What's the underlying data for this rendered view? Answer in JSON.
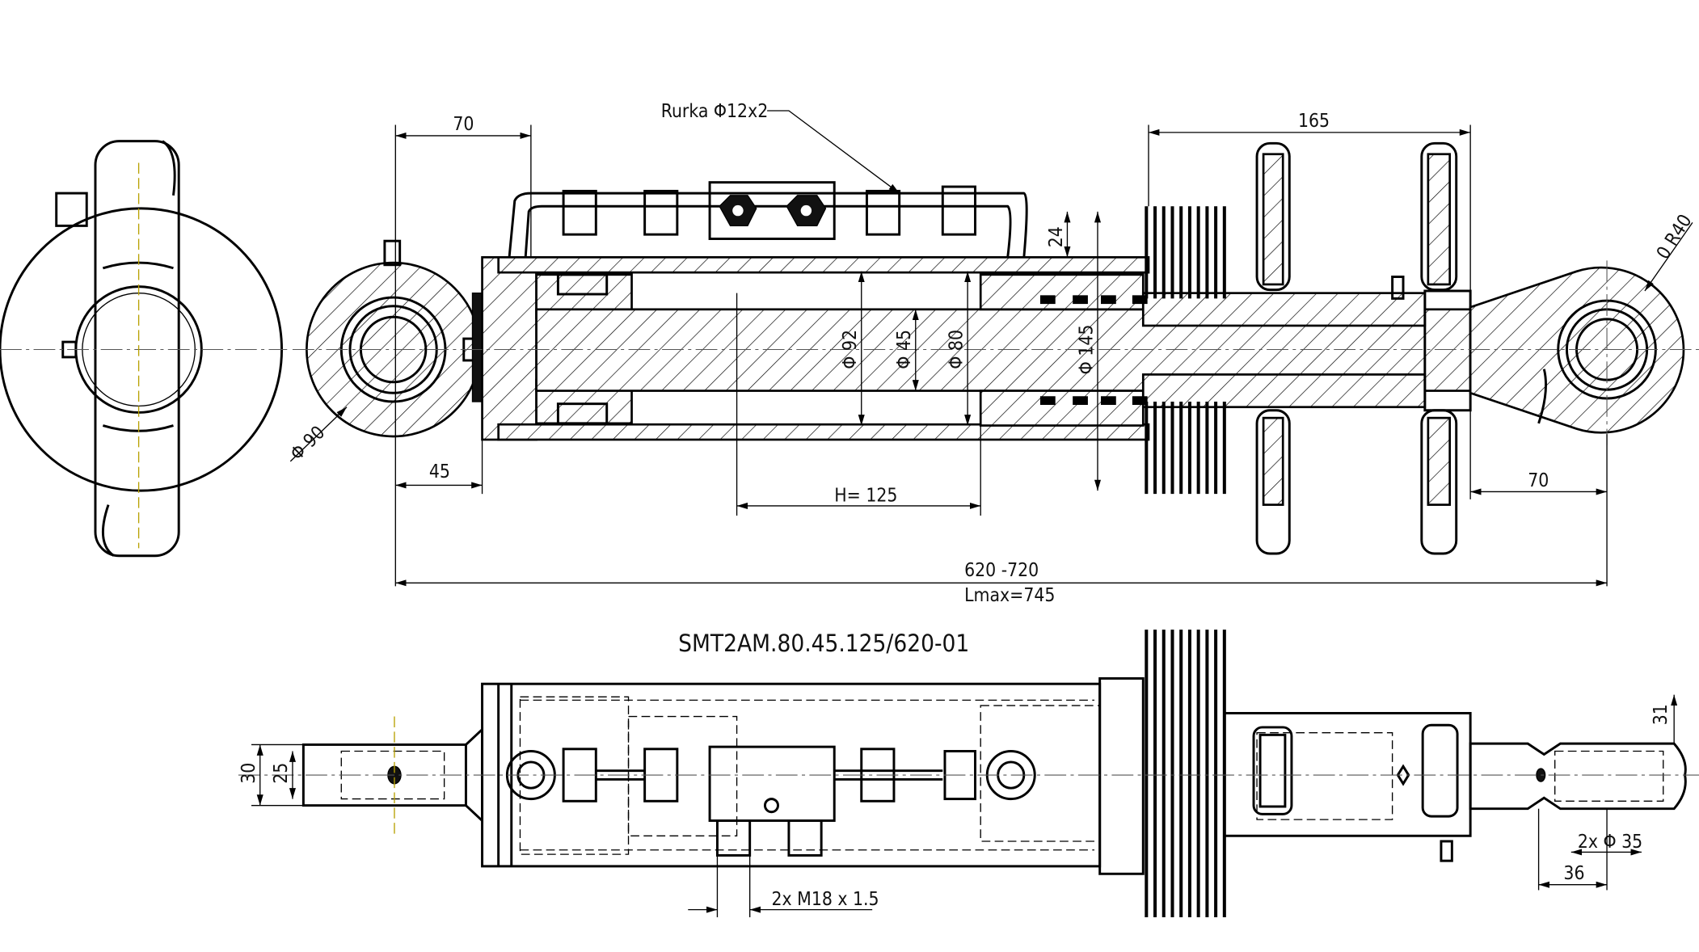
{
  "drawing": {
    "part_number": "SMT2AM.80.45.125/620-01",
    "pipe_label": "Rurka Φ12x2",
    "dimensions": {
      "eye_left_width": "70",
      "rod_end_length": "165",
      "pipe_height": "24",
      "bore_92": "Φ 92",
      "rod_45": "Φ 45",
      "piston_80": "Φ 80",
      "gland_145": "Φ 145",
      "eye_radius": "0 R40",
      "eye_dia_90": "Φ 90",
      "eye_offset_45": "45",
      "stroke": "H= 125",
      "eye_right_width": "70",
      "length_range": "620 -720",
      "length_max": "Lmax=745",
      "stub_30": "30",
      "stub_25": "25",
      "rod_31": "31",
      "pin_holes": "2x Φ 35",
      "hole_offset_36": "36",
      "ports": "2x M18 x 1.5"
    }
  }
}
